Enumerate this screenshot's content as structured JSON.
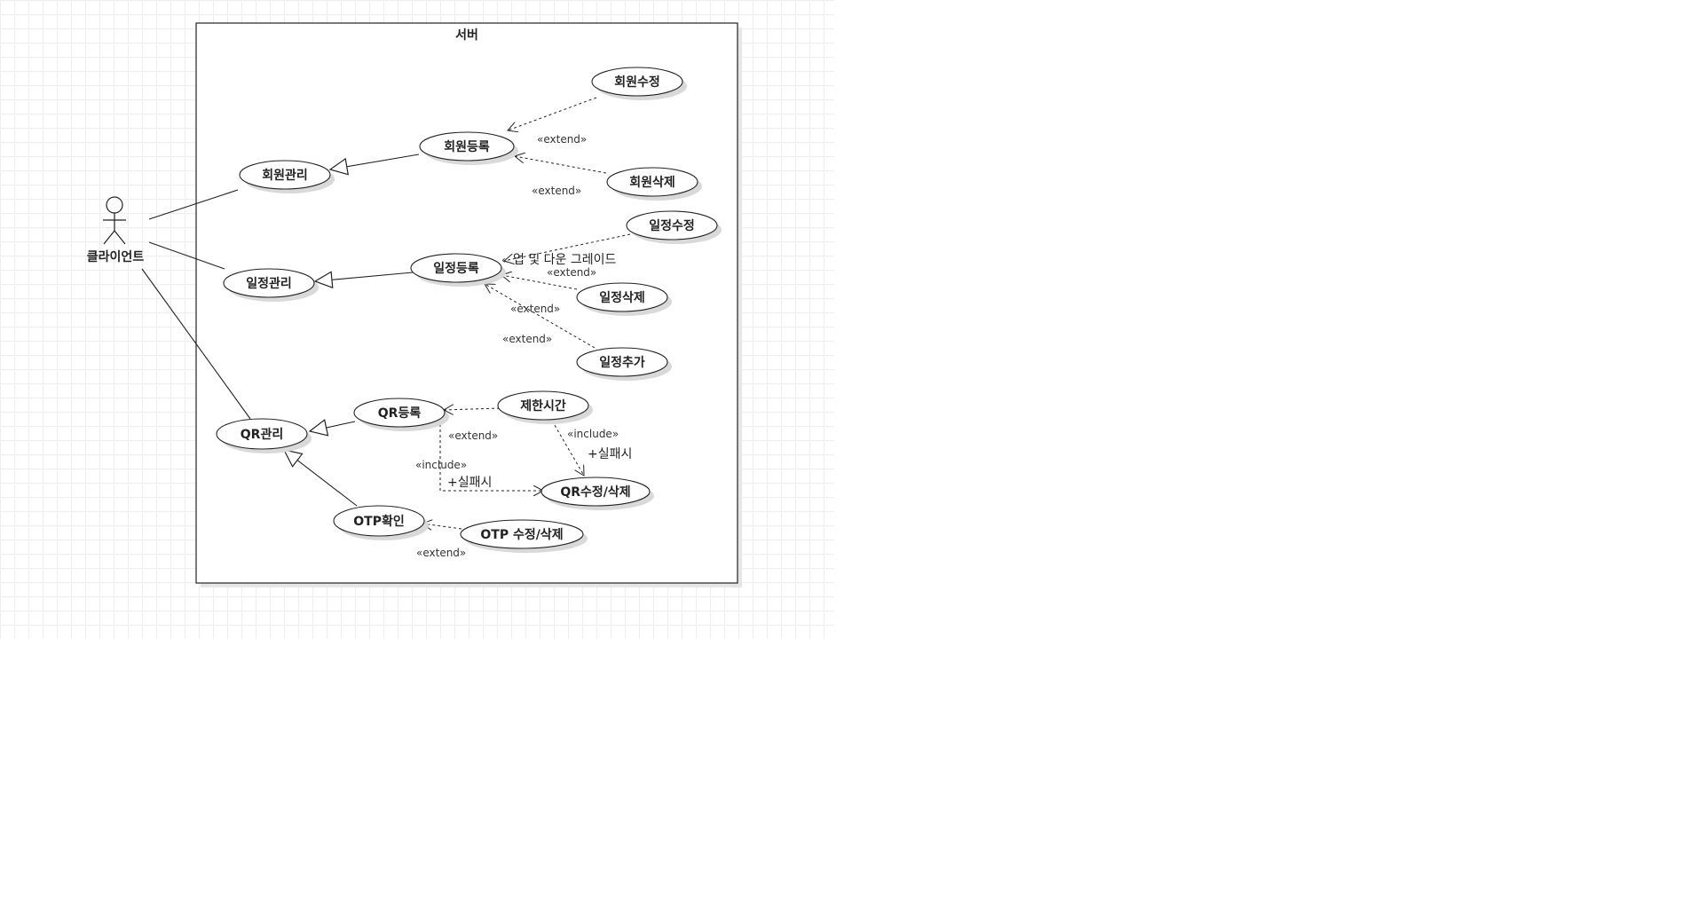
{
  "system": {
    "title": "서버"
  },
  "actor": {
    "name": "클라이언트"
  },
  "use_cases": {
    "member_manage": "회원관리",
    "member_register": "회원등록",
    "member_edit": "회원수정",
    "member_delete": "회원삭제",
    "schedule_manage": "일정관리",
    "schedule_register": "일정등록",
    "schedule_edit": "일정수정",
    "schedule_delete": "일정삭제",
    "schedule_add": "일정추가",
    "qr_manage": "QR관리",
    "qr_register": "QR등록",
    "time_limit": "제한시간",
    "qr_edit_delete": "QR수정/삭제",
    "otp_check": "OTP확인",
    "otp_edit_delete": "OTP 수정/삭제"
  },
  "stereotypes": {
    "extend": "«extend»",
    "include": "«include»"
  },
  "notes": {
    "upgrade_downgrade": "업 및 다운 그레이드",
    "on_fail": "+실패시"
  },
  "colors": {
    "ellipse_fill": "#ffffff",
    "stroke": "#222222",
    "shadow": "#d9d9d9",
    "grid": "#eeeeee"
  }
}
